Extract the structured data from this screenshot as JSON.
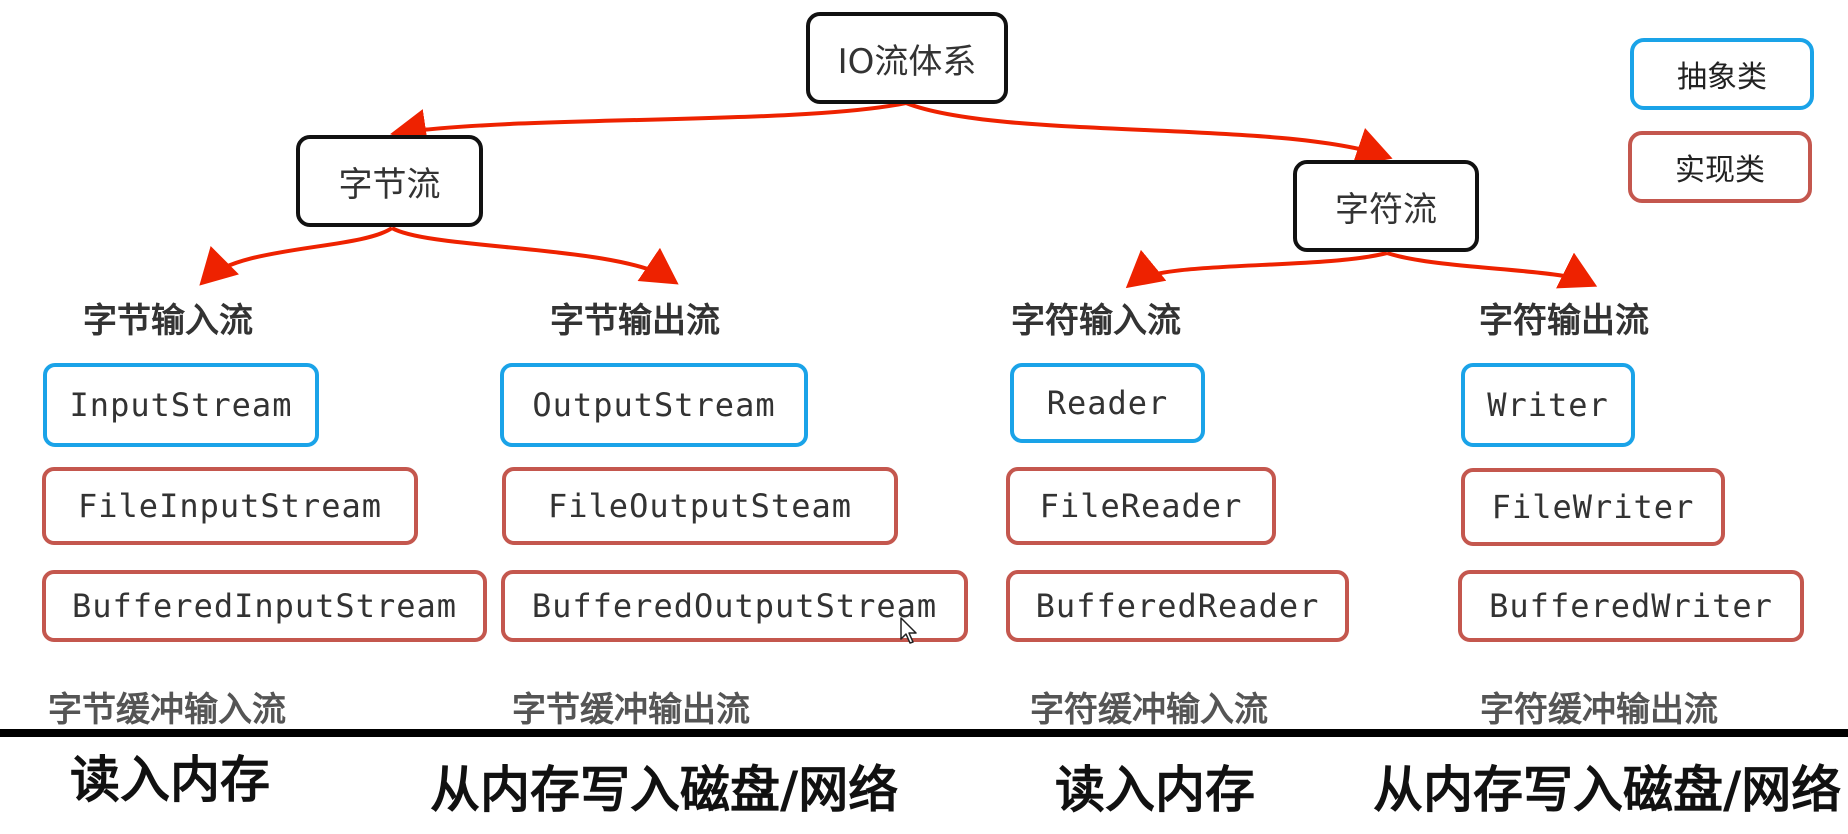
{
  "root": {
    "label": "IO流体系"
  },
  "byte_stream": {
    "label": "字节流"
  },
  "char_stream": {
    "label": "字符流"
  },
  "legend": {
    "abstract": "抽象类",
    "impl": "实现类"
  },
  "colors": {
    "abstract_border": "#1aa3e8",
    "impl_border": "#c4574e",
    "arrow": "#ee2200",
    "node_border": "#111111"
  },
  "columns": [
    {
      "heading": "字节输入流",
      "abstract": "InputStream",
      "impl": "FileInputStream",
      "buffered": "BufferedInputStream",
      "buffer_label": "字节缓冲输入流",
      "bottom": "读入内存"
    },
    {
      "heading": "字节输出流",
      "abstract": "OutputStream",
      "impl": "FileOutputSteam",
      "buffered": "BufferedOutputStream",
      "buffer_label": "字节缓冲输出流",
      "bottom": "从内存写入磁盘/网络"
    },
    {
      "heading": "字符输入流",
      "abstract": "Reader",
      "impl": "FileReader",
      "buffered": "BufferedReader",
      "buffer_label": "字符缓冲输入流",
      "bottom": "读入内存"
    },
    {
      "heading": "字符输出流",
      "abstract": "Writer",
      "impl": "FileWriter",
      "buffered": "BufferedWriter",
      "buffer_label": "字符缓冲输出流",
      "bottom": "从内存写入磁盘/网络"
    }
  ]
}
